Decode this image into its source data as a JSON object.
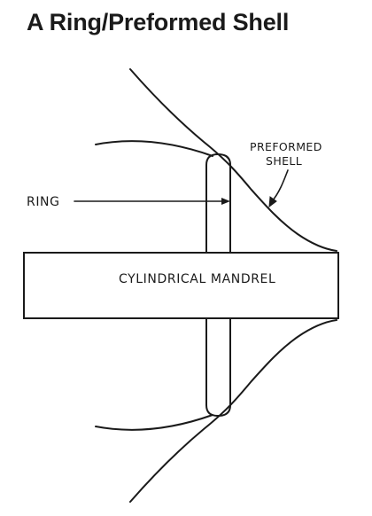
{
  "title": "A Ring/Preformed Shell",
  "labels": {
    "preformed_line1": "PREFORMED",
    "preformed_line2": "SHELL",
    "ring": "RING",
    "mandrel": "CYLINDRICAL MANDREL"
  }
}
